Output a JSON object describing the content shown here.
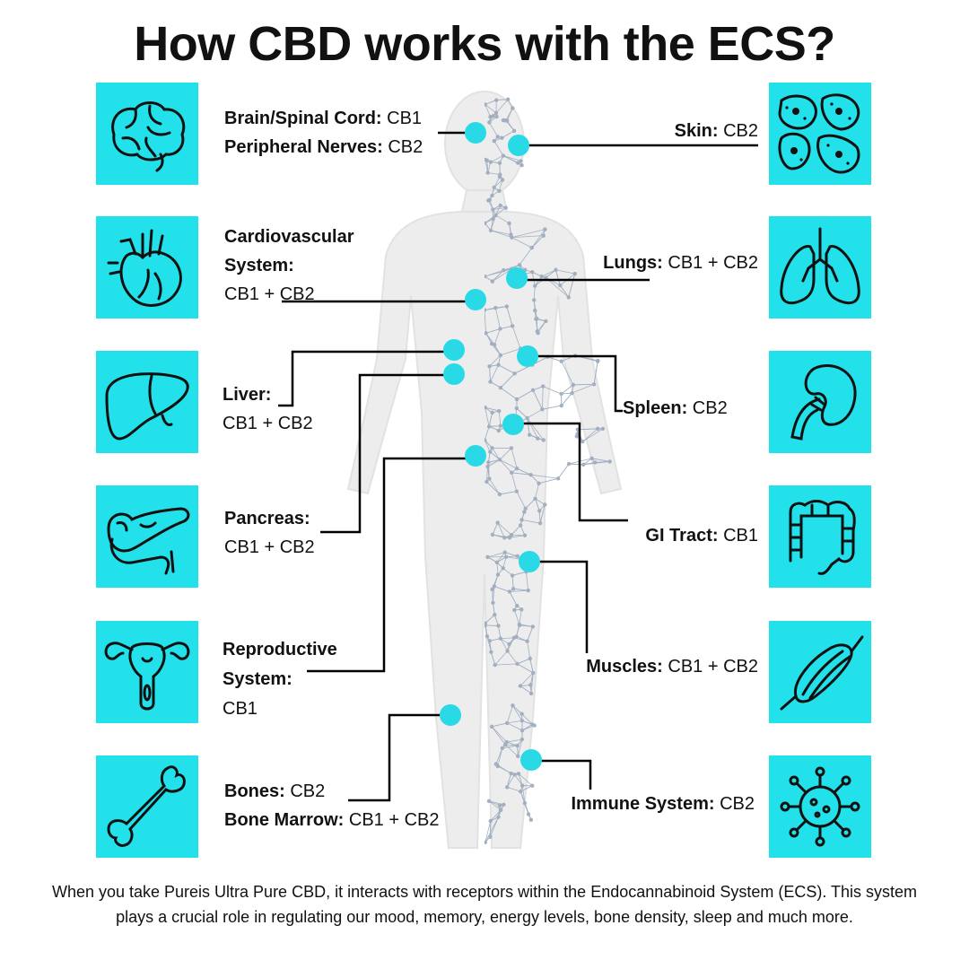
{
  "title": "How CBD works with the ECS?",
  "colors": {
    "tile": "#22E1EB",
    "dot": "#2AD9E6",
    "line": "#000000",
    "mesh": "#9AA9BC"
  },
  "left": [
    {
      "icon": "brain-icon",
      "lines": [
        {
          "bold": "Brain/Spinal Cord:",
          "text": " CB1"
        },
        {
          "bold": "Peripheral Nerves:",
          "text": " CB2"
        }
      ]
    },
    {
      "icon": "heart-icon",
      "lines": [
        {
          "bold": "Cardiovascular",
          "text": ""
        },
        {
          "bold": "System:",
          "text": ""
        },
        {
          "bold": "",
          "text": "CB1 + CB2"
        }
      ]
    },
    {
      "icon": "liver-icon",
      "lines": [
        {
          "bold": "Liver:",
          "text": ""
        },
        {
          "bold": "",
          "text": "CB1 + CB2"
        }
      ]
    },
    {
      "icon": "pancreas-icon",
      "lines": [
        {
          "bold": "Pancreas:",
          "text": ""
        },
        {
          "bold": "",
          "text": "CB1 + CB2"
        }
      ]
    },
    {
      "icon": "uterus-icon",
      "lines": [
        {
          "bold": "Reproductive",
          "text": ""
        },
        {
          "bold": "System:",
          "text": ""
        },
        {
          "bold": "",
          "text": "CB1"
        }
      ]
    },
    {
      "icon": "bone-icon",
      "lines": [
        {
          "bold": "Bones:",
          "text": " CB2"
        },
        {
          "bold": "Bone Marrow:",
          "text": " CB1 + CB2"
        }
      ]
    }
  ],
  "right": [
    {
      "icon": "skin-cells-icon",
      "lines": [
        {
          "bold": "Skin:",
          "text": " CB2"
        }
      ]
    },
    {
      "icon": "lungs-icon",
      "lines": [
        {
          "bold": "Lungs:",
          "text": " CB1 + CB2"
        }
      ]
    },
    {
      "icon": "spleen-icon",
      "lines": [
        {
          "bold": "Spleen:",
          "text": " CB2"
        }
      ]
    },
    {
      "icon": "intestine-icon",
      "lines": [
        {
          "bold": "GI Tract:",
          "text": " CB1"
        }
      ]
    },
    {
      "icon": "muscle-icon",
      "lines": [
        {
          "bold": "Muscles:",
          "text": " CB1 + CB2"
        }
      ]
    },
    {
      "icon": "virus-icon",
      "lines": [
        {
          "bold": "Immune System:",
          "text": " CB2"
        }
      ]
    }
  ],
  "footer": "When you take Pureis Ultra Pure CBD, it interacts with receptors within the Endocannabinoid System (ECS). This system plays a crucial role in regulating our mood, memory, energy levels, bone density, sleep and much more."
}
